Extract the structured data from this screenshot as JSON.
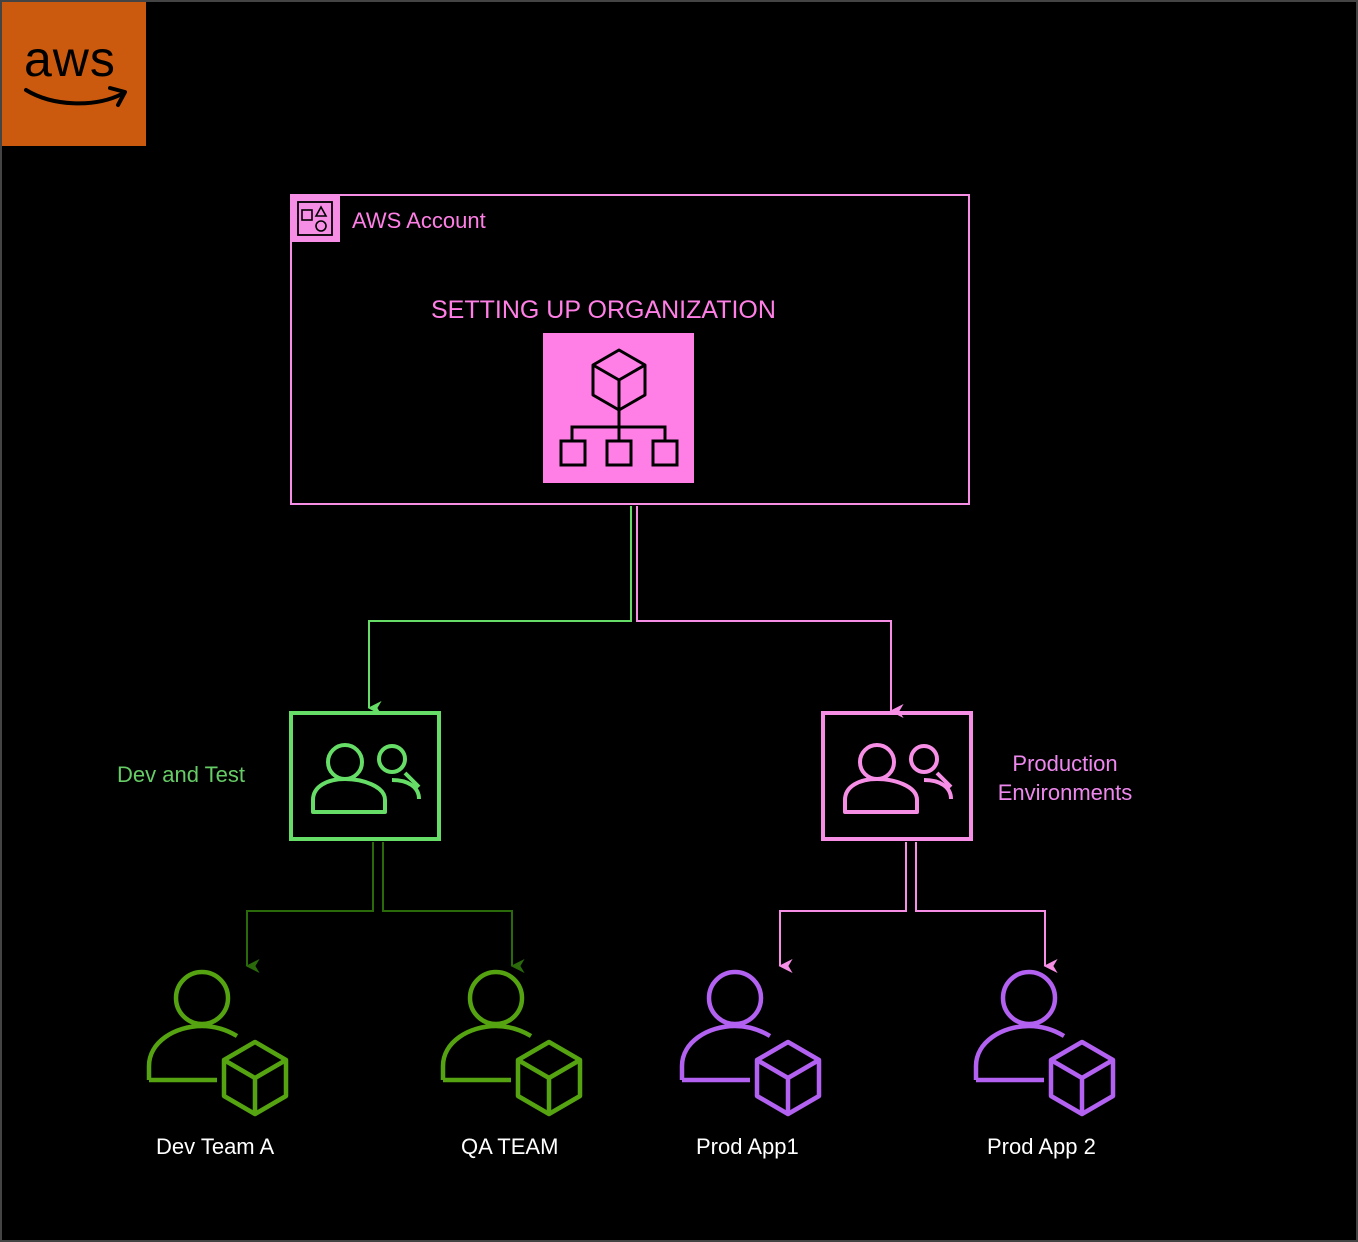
{
  "logo": {
    "text": "aws"
  },
  "account": {
    "label": "AWS Account",
    "title": "SETTING UP ORGANIZATION"
  },
  "ous": {
    "dev": {
      "label": "Dev and Test"
    },
    "prod": {
      "line1": "Production",
      "line2": "Environments"
    }
  },
  "accounts": {
    "dev_team_a": "Dev Team A",
    "qa_team": "QA TEAM",
    "prod_app1": "Prod App1",
    "prod_app2": "Prod App 2"
  },
  "colors": {
    "background": "#000000",
    "aws_orange": "#cc5a0e",
    "pink": "#ff7fe6",
    "pink_border": "#f78ee6",
    "green_ou": "#66dd66",
    "green_dark_line": "#2a6a0a",
    "green_account": "#55a311",
    "purple": "#b261f0",
    "light_green_text": "#66cc66",
    "light_pink_text": "#ee88ee"
  }
}
